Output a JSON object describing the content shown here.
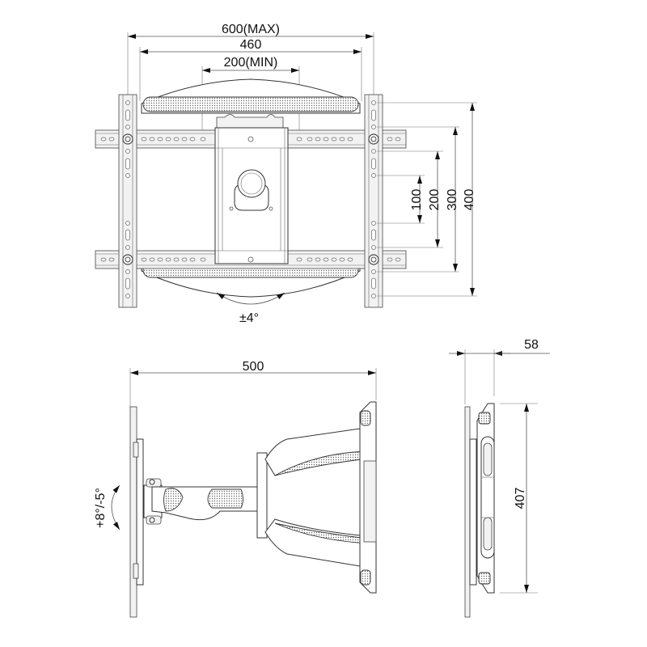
{
  "front_view": {
    "width_dims": {
      "max": "600(MAX)",
      "mid": "460",
      "min": "200(MIN)"
    },
    "height_dims": [
      "100",
      "200",
      "300",
      "400"
    ],
    "swivel_label": "±4°"
  },
  "side_view": {
    "extension_label": "500",
    "tilt_label": "+8°/-5°"
  },
  "profile_view": {
    "depth_label": "58",
    "height_label": "407"
  },
  "colors": {
    "line": "#333333",
    "dimension_line": "#555555",
    "background": "#ffffff"
  }
}
